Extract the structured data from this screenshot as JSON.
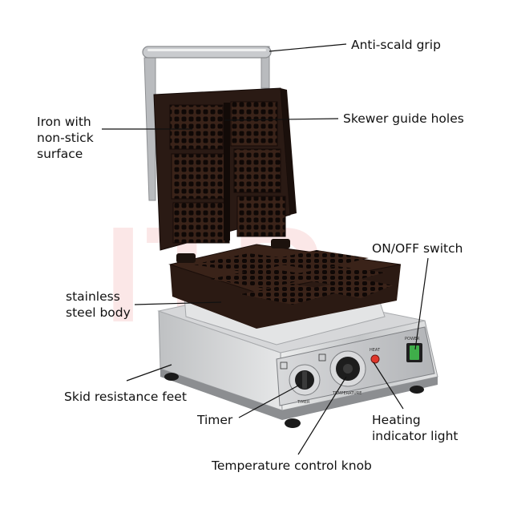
{
  "watermark": "ITP",
  "labels": {
    "grip": "Anti-scald grip",
    "iron": "Iron with\nnon-stick\nsurface",
    "skewer": "Skewer guide holes",
    "switch": "ON/OFF switch",
    "body": "stainless\nsteel body",
    "feet": "Skid resistance feet",
    "timer": "Timer",
    "light": "Heating\nindicator light",
    "temp": "Temperature control knob"
  },
  "panel": {
    "power": "POWER",
    "heat": "HEAT",
    "timer": "TIMER",
    "temperature": "TEMPERATURE"
  },
  "colors": {
    "plate": "#2a1a14",
    "cavity": "#1a0e0a",
    "steel": "#cfd0d2",
    "panel": "#bdbfc2",
    "switch": "#3fae4a"
  }
}
